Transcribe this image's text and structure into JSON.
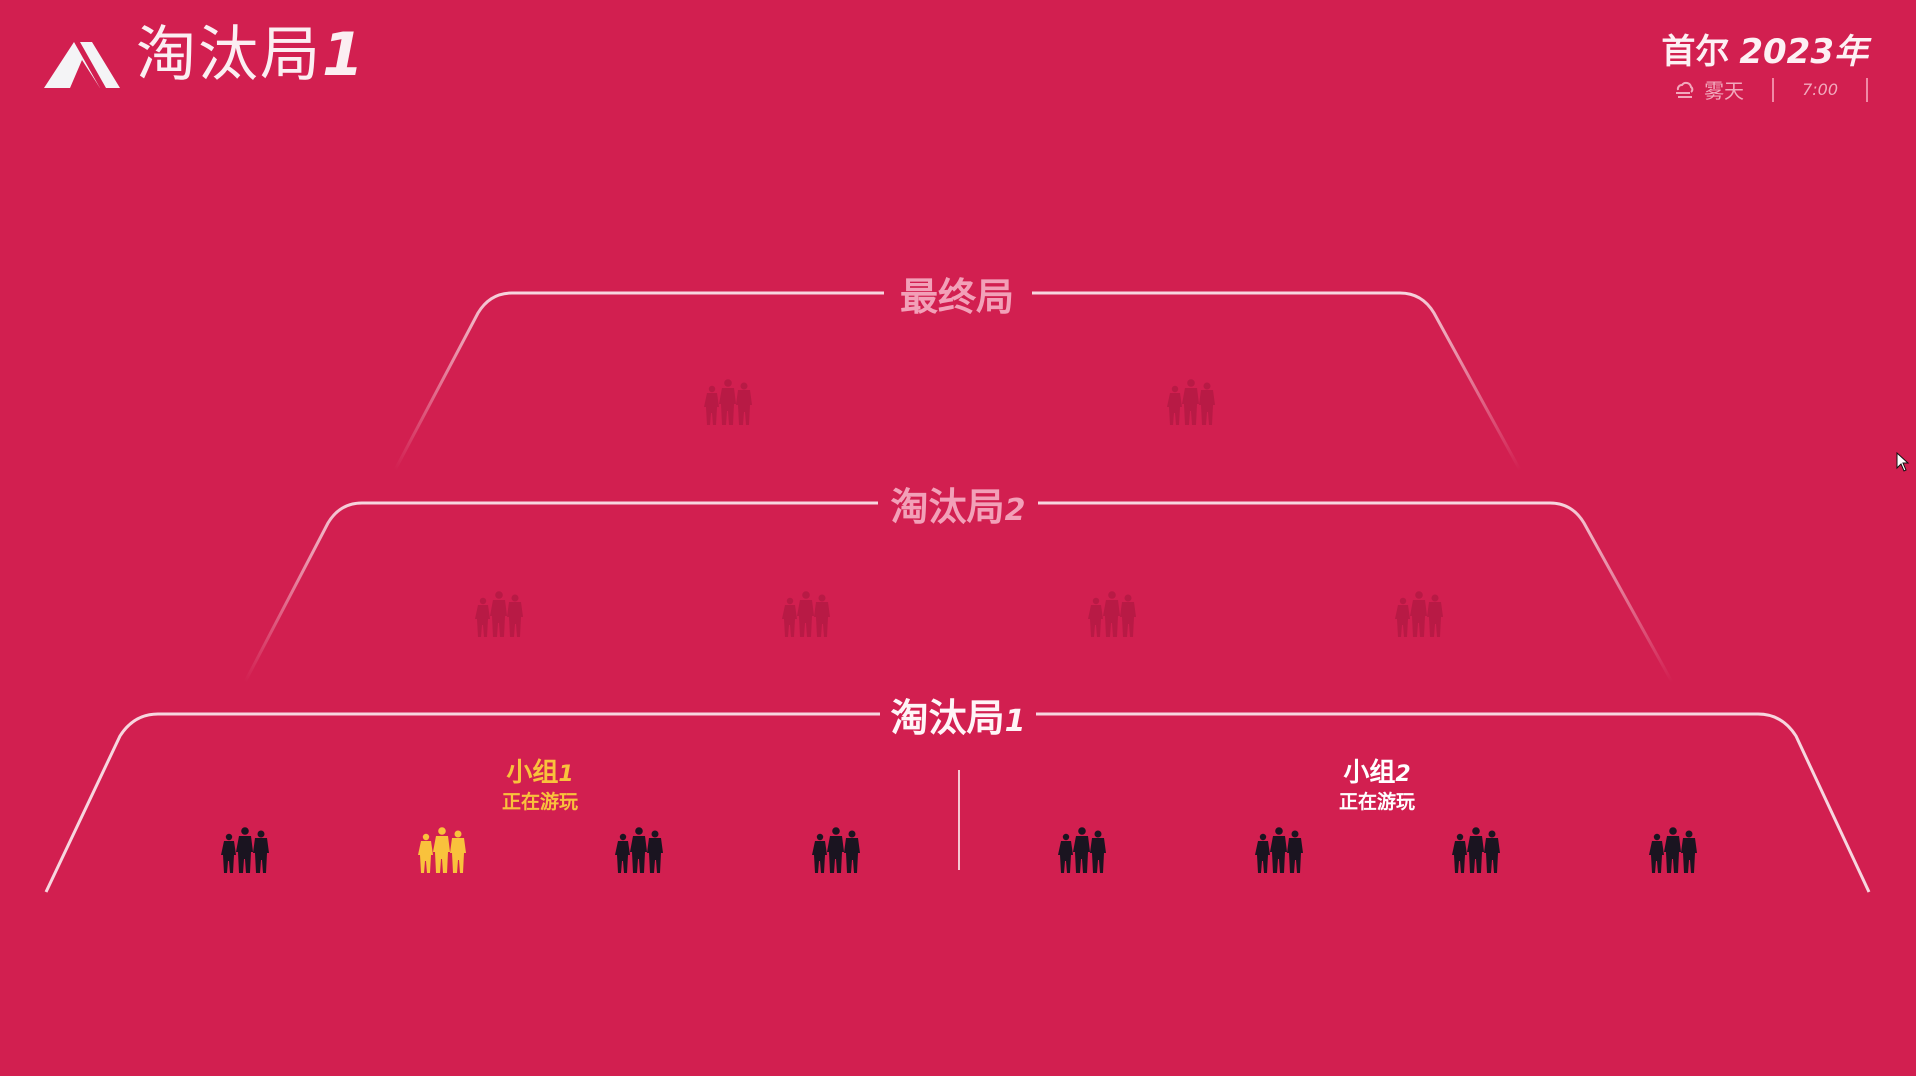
{
  "header": {
    "logo_icon": "tournament-logo-icon",
    "title_text": "淘汰局",
    "title_number": "1"
  },
  "location": {
    "city": "首尔",
    "year": "2023年",
    "weather_icon": "fog-icon",
    "weather": "雾天",
    "time": "7:00"
  },
  "colors": {
    "background": "#D21F50",
    "line": "#f7d6df",
    "highlight": "#F9C23C",
    "team_active": "#1a1420",
    "team_inactive": "#b81a45"
  },
  "bracket": {
    "rounds": [
      {
        "id": "final",
        "label_text": "最终局",
        "label_number": "",
        "state": "locked",
        "teams": [
          {
            "state": "locked"
          },
          {
            "state": "locked"
          }
        ]
      },
      {
        "id": "elimination-2",
        "label_text": "淘汰局",
        "label_number": "2",
        "state": "locked",
        "teams": [
          {
            "state": "locked"
          },
          {
            "state": "locked"
          },
          {
            "state": "locked"
          },
          {
            "state": "locked"
          }
        ]
      },
      {
        "id": "elimination-1",
        "label_text": "淘汰局",
        "label_number": "1",
        "state": "current",
        "groups": [
          {
            "name": "小组",
            "number": "1",
            "status": "正在游玩",
            "highlighted": true
          },
          {
            "name": "小组",
            "number": "2",
            "status": "正在游玩",
            "highlighted": false
          }
        ],
        "teams": [
          {
            "state": "active"
          },
          {
            "state": "selected"
          },
          {
            "state": "active"
          },
          {
            "state": "active"
          },
          {
            "state": "active"
          },
          {
            "state": "active"
          },
          {
            "state": "active"
          },
          {
            "state": "active"
          }
        ]
      }
    ]
  }
}
